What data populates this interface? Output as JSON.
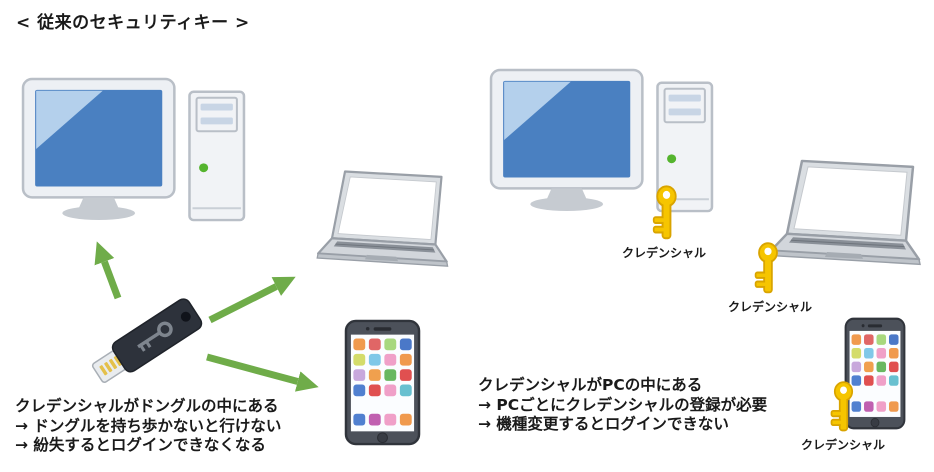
{
  "title": "< 従来のセキュリティキー >",
  "left_section": {
    "caption": {
      "line1": "クレデンシャルがドングルの中にある",
      "line2": "→ ドングルを持ち歩かないと行けない",
      "line3": "→ 紛失するとログインできなくなる"
    }
  },
  "right_section": {
    "caption": {
      "line1": "クレデンシャルがPCの中にある",
      "line2": "→ PCごとにクレデンシャルの登録が必要",
      "line3": "→ 機種変更するとログインできない"
    },
    "key_labels": {
      "pc": "クレデンシャル",
      "laptop": "クレデンシャル",
      "phone": "クレデンシャル"
    }
  },
  "colors": {
    "text": "#1a1a1a",
    "arrow_green": "#6FAC49",
    "key_yellow": "#F6C500",
    "key_outline": "#D9A400",
    "screen_blue": "#4A80C1",
    "screen_highlight": "#B9D4EE",
    "led_green": "#55B42E",
    "dongle_body": "#2D323B",
    "usb_contact_gold": "#E4C04A"
  },
  "phone_app_colors": [
    [
      "#F09A4E",
      "#E06666",
      "#A8D87E",
      "#4A78C8"
    ],
    [
      "#D4DC6A",
      "#80C8E8",
      "#F0A0C8",
      "#F09A4E"
    ],
    [
      "#C8A8DC",
      "#F0A04E",
      "#68B860",
      "#E05050"
    ],
    [
      "#5080D0",
      "#E05050",
      "#F0A0C8",
      "#68C0D0"
    ],
    [
      "#5080D0",
      "#C060B0",
      "#F0A0C8",
      "#F09A4E"
    ]
  ]
}
